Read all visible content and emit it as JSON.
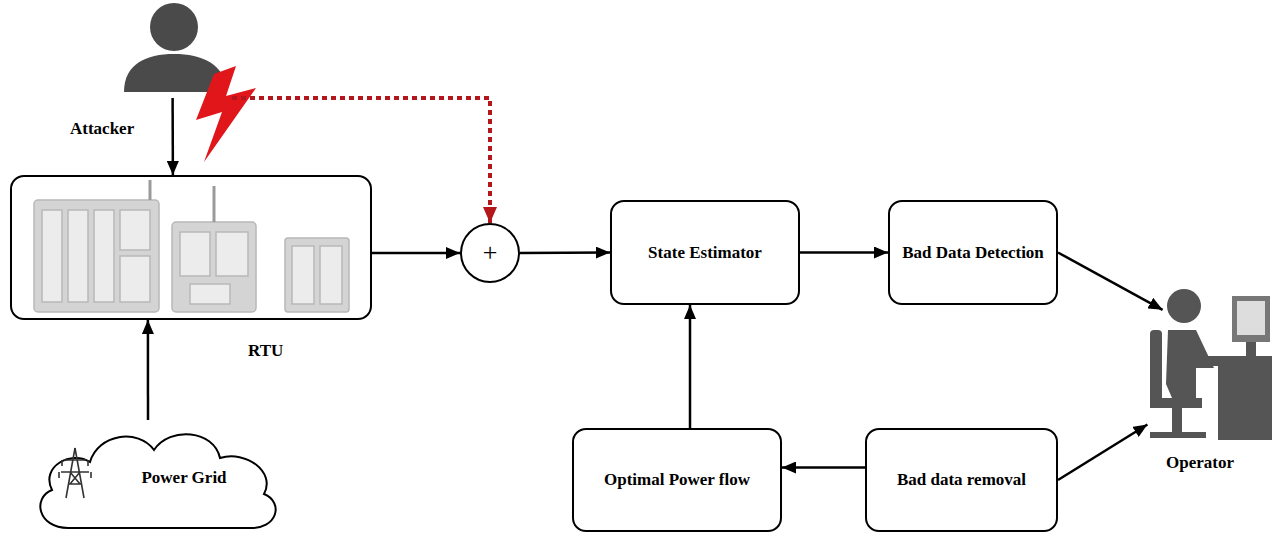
{
  "diagram": {
    "nodes": [
      {
        "text": [
          "Attacker"
        ]
      },
      {
        "text": [
          "RTU"
        ]
      },
      {
        "text": [
          "+"
        ]
      },
      {
        "text": [
          "State Estimator"
        ]
      },
      {
        "text": [
          "Bad Data Detection"
        ]
      },
      {
        "text": [
          "Operator"
        ]
      },
      {
        "text": [
          "Power Grid"
        ]
      },
      {
        "text": [
          "Optimal Power flow"
        ]
      },
      {
        "text": [
          "Bad data removal"
        ]
      }
    ],
    "edges": [
      {
        "from": 0,
        "to": 1,
        "arrow": "to"
      },
      {
        "from": 0,
        "to": 2,
        "arrow": "to"
      },
      {
        "from": 1,
        "to": 2,
        "arrow": "to"
      },
      {
        "from": 2,
        "to": 3,
        "arrow": "to"
      },
      {
        "from": 3,
        "to": 4,
        "arrow": "to"
      },
      {
        "from": 4,
        "to": 5,
        "arrow": "to"
      },
      {
        "from": 6,
        "to": 1,
        "arrow": "to"
      },
      {
        "from": 8,
        "to": 5,
        "arrow": "to"
      },
      {
        "from": 8,
        "to": 7,
        "arrow": "to"
      },
      {
        "from": 7,
        "to": 3,
        "arrow": "to"
      }
    ]
  }
}
